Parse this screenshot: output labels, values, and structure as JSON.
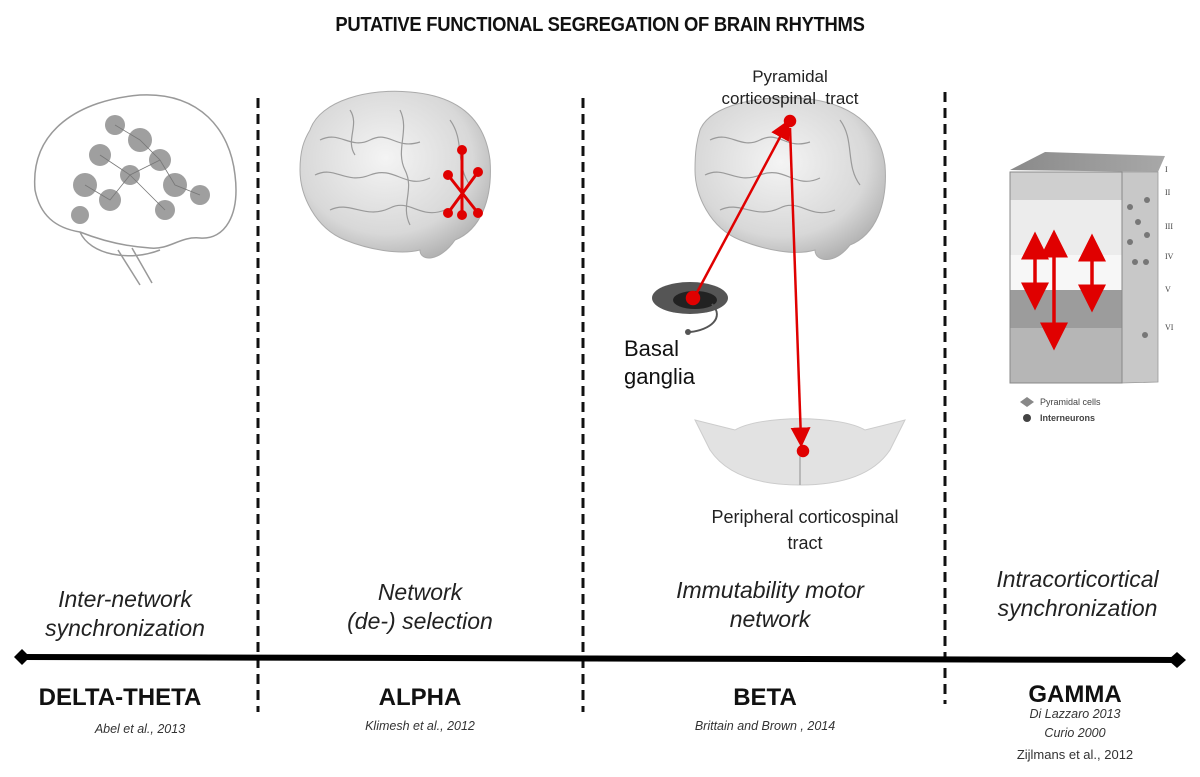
{
  "title": "PUTATIVE FUNCTIONAL SEGREGATION OF BRAIN RHYTHMS",
  "accent_color": "#e00000",
  "panels": [
    {
      "band": "DELTA-THETA",
      "function": [
        "Inter-network",
        "synchronization"
      ],
      "references": [
        "Abel et al., 2013"
      ],
      "illustration": "brain-outline-network"
    },
    {
      "band": "ALPHA",
      "function": [
        "Network",
        "(de-) selection"
      ],
      "references": [
        "Klimesh et al., 2012"
      ],
      "illustration": "brain-with-local-network"
    },
    {
      "band": "BETA",
      "function": [
        "Immutability motor",
        "network"
      ],
      "references": [
        "Brittain and Brown , 2014"
      ],
      "illustration": "motor-pathway",
      "labels": {
        "top": [
          "Pyramidal",
          "corticospinal  tract"
        ],
        "left": [
          "Basal",
          "ganglia"
        ],
        "bottom": [
          "Peripheral corticospinal",
          "tract"
        ]
      }
    },
    {
      "band": "GAMMA",
      "function": [
        "Intracorticortical",
        "synchronization"
      ],
      "references": [
        "Di Lazzaro 2013",
        "Curio 2000",
        "Zijlmans et al., 2012"
      ],
      "illustration": "cortical-column",
      "layers": [
        "I",
        "II",
        "III",
        "IV",
        "V",
        "VI"
      ],
      "legend": [
        "Pyramidal cells",
        "Interneurons"
      ]
    }
  ]
}
